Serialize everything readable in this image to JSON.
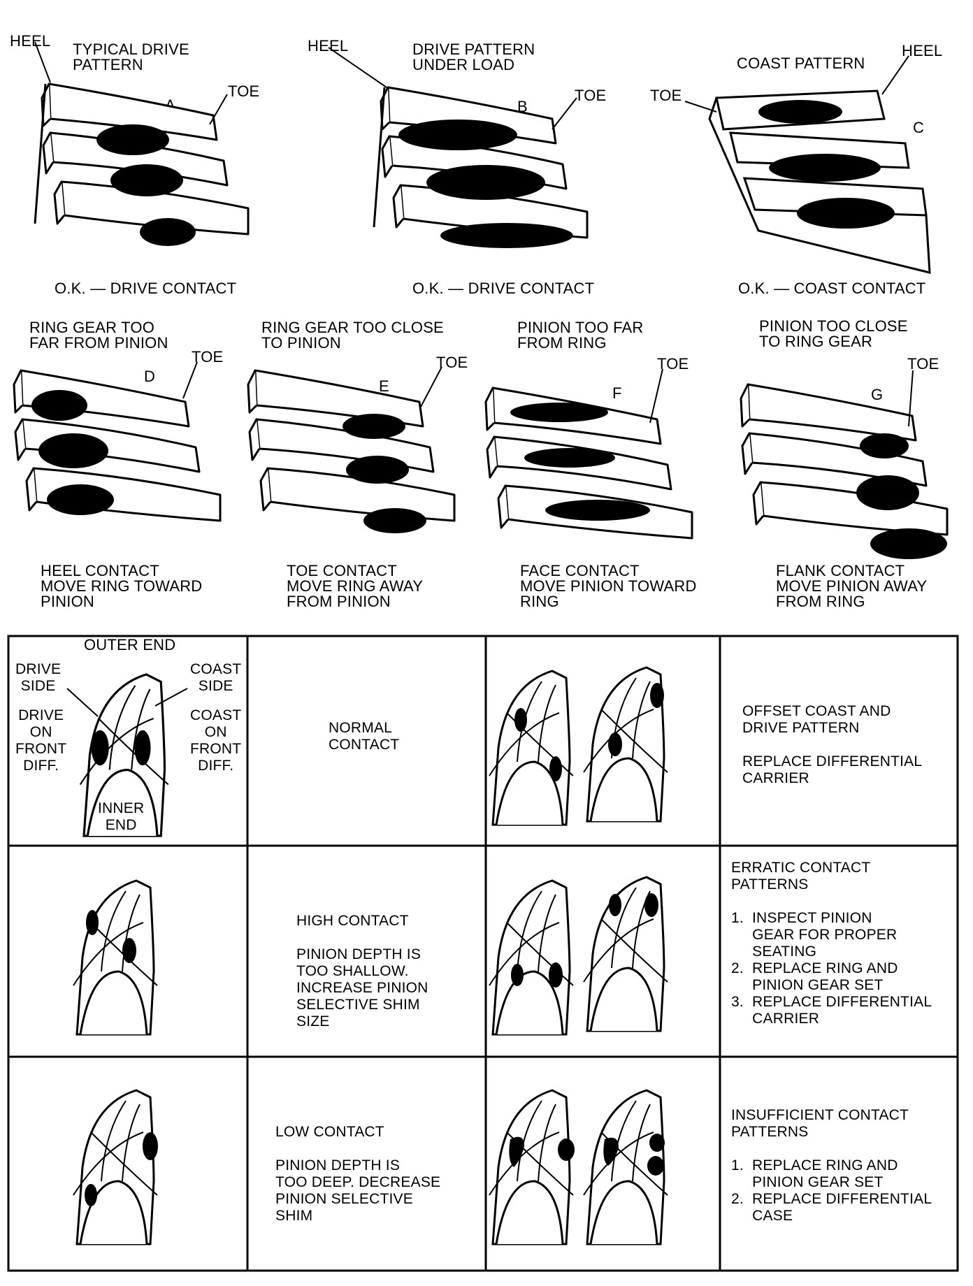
{
  "top_panels": [
    {
      "letter": "A",
      "title": "TYPICAL DRIVE\nPATTERN",
      "heel": "HEEL",
      "toe": "TOE",
      "caption": "O.K. — DRIVE CONTACT"
    },
    {
      "letter": "B",
      "title": "DRIVE PATTERN\nUNDER LOAD",
      "heel": "HEEL",
      "toe": "TOE",
      "caption": "O.K. — DRIVE CONTACT"
    },
    {
      "letter": "C",
      "title": "COAST PATTERN",
      "heel": "HEEL",
      "toe": "TOE",
      "caption": "O.K. — COAST CONTACT"
    }
  ],
  "mid_panels": [
    {
      "letter": "D",
      "title": "RING GEAR TOO\nFAR FROM PINION",
      "toe": "TOE",
      "caption": "HEEL CONTACT\nMOVE RING TOWARD\nPINION"
    },
    {
      "letter": "E",
      "title": "RING GEAR TOO CLOSE\nTO PINION",
      "toe": "TOE",
      "caption": "TOE CONTACT\nMOVE RING AWAY\nFROM PINION"
    },
    {
      "letter": "F",
      "title": "PINION TOO FAR\nFROM RING",
      "toe": "TOE",
      "caption": "FACE CONTACT\nMOVE PINION TOWARD\nRING"
    },
    {
      "letter": "G",
      "title": "PINION TOO CLOSE\nTO RING GEAR",
      "toe": "TOE",
      "caption": "FLANK CONTACT\nMOVE PINION AWAY\nFROM RING"
    }
  ],
  "table": {
    "legend": {
      "outer_end": "OUTER END",
      "drive_side": "DRIVE\nSIDE",
      "coast_side": "COAST\nSIDE",
      "drive_on_front": "DRIVE\nON\nFRONT\nDIFF.",
      "coast_on_front": "COAST\nON\nFRONT\nDIFF.",
      "inner_end": "INNER\nEND"
    },
    "rows": [
      {
        "left": "NORMAL\nCONTACT",
        "right": "OFFSET COAST AND\nDRIVE PATTERN\n\nREPLACE DIFFERENTIAL\nCARRIER"
      },
      {
        "left": "HIGH CONTACT\n\nPINION DEPTH IS\nTOO SHALLOW.\nINCREASE PINION\nSELECTIVE SHIM\nSIZE",
        "right": "ERRATIC CONTACT\nPATTERNS\n\n1.  INSPECT PINION\n     GEAR FOR PROPER\n     SEATING\n2.  REPLACE RING AND\n     PINION GEAR SET\n3.  REPLACE DIFFERENTIAL\n     CARRIER"
      },
      {
        "left": "LOW CONTACT\n\nPINION DEPTH IS\nTOO DEEP. DECREASE\nPINION SELECTIVE\nSHIM",
        "right": "INSUFFICIENT CONTACT\nPATTERNS\n\n1.  REPLACE RING AND\n     PINION GEAR SET\n2.  REPLACE DIFFERENTIAL\n     CASE"
      }
    ]
  }
}
